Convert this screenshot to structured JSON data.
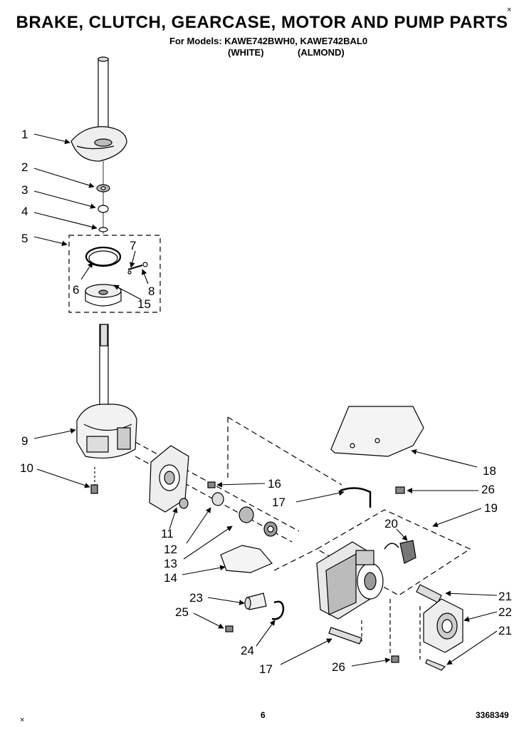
{
  "header": {
    "title": "BRAKE, CLUTCH, GEARCASE, MOTOR AND PUMP PARTS",
    "models_line": "For Models: KAWE742BWH0, KAWE742BAL0",
    "color_white": "(WHITE)",
    "color_almond": "(ALMOND)"
  },
  "corner_marks": {
    "top_right": "×",
    "bottom_left": "×"
  },
  "footer": {
    "page_number": "6",
    "part_number": "3368349"
  },
  "callouts": [
    "1",
    "2",
    "3",
    "4",
    "5",
    "6",
    "7",
    "8",
    "9",
    "10",
    "11",
    "12",
    "13",
    "14",
    "15",
    "16",
    "17",
    "17",
    "18",
    "19",
    "20",
    "21",
    "21",
    "22",
    "23",
    "24",
    "25",
    "26",
    "26"
  ]
}
